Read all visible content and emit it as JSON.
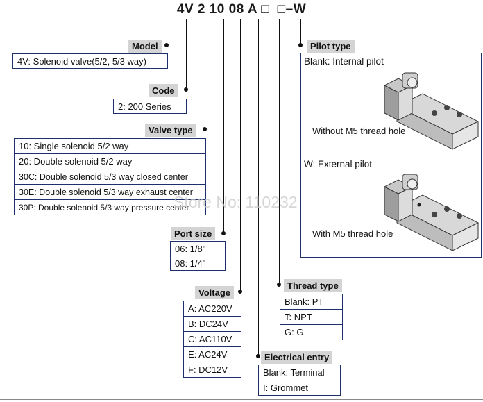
{
  "header": {
    "code": "4V 2 10 08 A □  □–W"
  },
  "watermark": "Store No: 110232",
  "model": {
    "label": "Model",
    "rows": [
      "4V: Solenoid valve(5/2, 5/3 way)"
    ]
  },
  "code": {
    "label": "Code",
    "rows": [
      "2: 200 Series"
    ]
  },
  "valve_type": {
    "label": "Valve type",
    "rows": [
      "10: Single solenoid 5/2 way",
      "20: Double solenoid 5/2 way",
      "30C: Double solenoid 5/3 way closed center",
      "30E: Double solenoid 5/3 way exhaust center",
      "30P: Double solenoid 5/3 way pressure center"
    ]
  },
  "port_size": {
    "label": "Port size",
    "rows": [
      "06: 1/8\"",
      "08: 1/4\""
    ]
  },
  "voltage": {
    "label": "Voltage",
    "rows": [
      "A: AC220V",
      "B: DC24V",
      "C: AC110V",
      "E: AC24V",
      "F: DC12V"
    ]
  },
  "thread_type": {
    "label": "Thread type",
    "rows": [
      "Blank: PT",
      "T: NPT",
      "G: G"
    ]
  },
  "electrical_entry": {
    "label": "Electrical entry",
    "rows": [
      "Blank: Terminal",
      "I: Grommet"
    ]
  },
  "pilot_type": {
    "label": "Pilot type",
    "internal": {
      "title": "Blank: Internal pilot",
      "note": "Without M5 thread hole"
    },
    "external": {
      "title": "W: External pilot",
      "note": "With M5 thread hole"
    }
  }
}
